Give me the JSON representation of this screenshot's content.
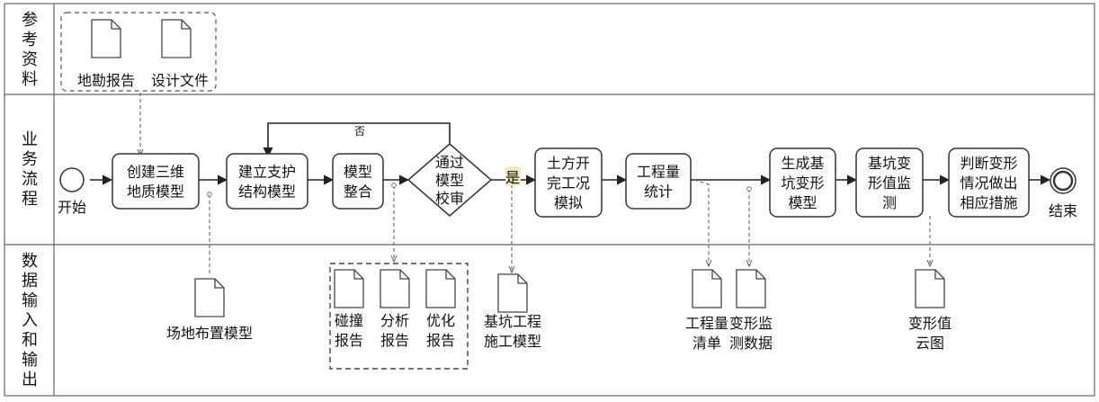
{
  "lanes": [
    {
      "id": "ref",
      "label": [
        "参",
        "考",
        "资",
        "料"
      ]
    },
    {
      "id": "flow",
      "label": [
        "业",
        "务",
        "流",
        "程"
      ]
    },
    {
      "id": "io",
      "label": [
        "数",
        "据",
        "输",
        "入",
        "和",
        "输",
        "出"
      ]
    }
  ],
  "events": {
    "start": "开始",
    "end": "结束"
  },
  "tasks": [
    {
      "id": "t1",
      "lines": [
        "创建三维",
        "地质模型"
      ]
    },
    {
      "id": "t2",
      "lines": [
        "建立支护",
        "结构模型"
      ]
    },
    {
      "id": "t3",
      "lines": [
        "模型",
        "整合"
      ]
    },
    {
      "id": "t4",
      "lines": [
        "土方开",
        "完工况",
        "模拟"
      ]
    },
    {
      "id": "t5",
      "lines": [
        "工程量",
        "统计"
      ]
    },
    {
      "id": "t6",
      "lines": [
        "生成基",
        "坑变形",
        "模型"
      ]
    },
    {
      "id": "t7",
      "lines": [
        "基坑变",
        "形值监",
        "测"
      ]
    },
    {
      "id": "t8",
      "lines": [
        "判断变形",
        "情况做出",
        "相应措施"
      ]
    }
  ],
  "gateway": {
    "lines": [
      "通过",
      "模型",
      "校审"
    ],
    "yes_label": "是",
    "no_label": "否"
  },
  "reference_docs": [
    {
      "id": "survey",
      "lines": [
        "地勘报告"
      ]
    },
    {
      "id": "design",
      "lines": [
        "设计文件"
      ]
    }
  ],
  "data_docs": [
    {
      "id": "site",
      "lines": [
        "场地布置模型"
      ]
    },
    {
      "id": "clash",
      "lines": [
        "碰撞",
        "报告"
      ]
    },
    {
      "id": "analysis",
      "lines": [
        "分析",
        "报告"
      ]
    },
    {
      "id": "optimize",
      "lines": [
        "优化",
        "报告"
      ]
    },
    {
      "id": "pit",
      "lines": [
        "基坑工程",
        "施工模型"
      ]
    },
    {
      "id": "qty",
      "lines": [
        "工程量",
        "清单"
      ]
    },
    {
      "id": "monitor",
      "lines": [
        "变形监",
        "测数据"
      ]
    },
    {
      "id": "cloud",
      "lines": [
        "变形值",
        "云图"
      ]
    }
  ],
  "colors": {
    "line": "#333333",
    "border": "#555555",
    "yes_highlight": "#f3e7b3"
  }
}
